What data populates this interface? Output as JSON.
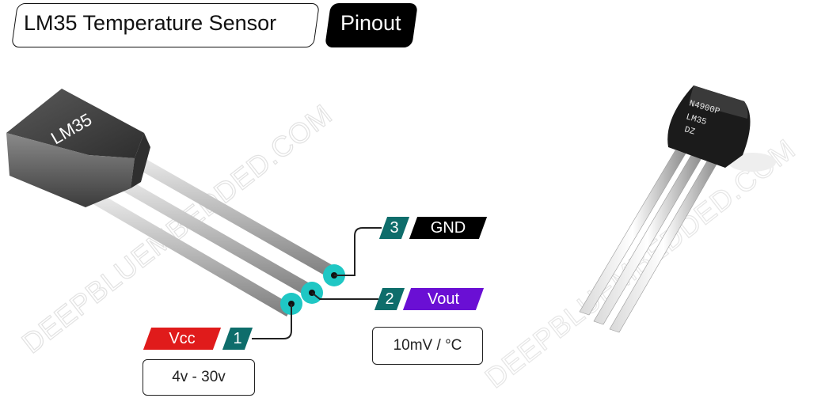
{
  "header": {
    "title": "LM35 Temperature Sensor",
    "badge": "Pinout"
  },
  "package_label": "LM35",
  "watermark": "DEEPBLUEMBEDDED.COM",
  "photo_marking": [
    "N4900P",
    "LM35",
    "DZ"
  ],
  "pins": [
    {
      "number": "1",
      "name": "Vcc",
      "value": "4v - 30v",
      "name_color": "#e01b1b"
    },
    {
      "number": "2",
      "name": "Vout",
      "value": "10mV / °C",
      "name_color": "#6a0fd4"
    },
    {
      "number": "3",
      "name": "GND",
      "name_color": "#000000"
    }
  ],
  "colors": {
    "number_tag": "#0e6d6b",
    "pin_dot": "#1fc7c4",
    "body": "#4a4a4a"
  }
}
